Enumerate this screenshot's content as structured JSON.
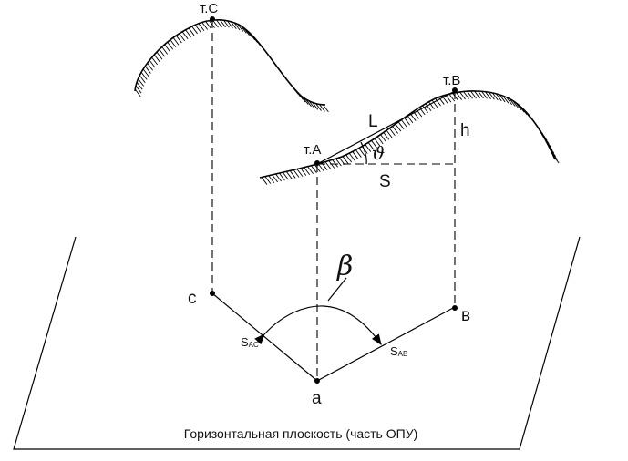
{
  "points": {
    "tC": "т.C",
    "tB": "т.B",
    "tA": "т.A",
    "c": "c",
    "b": "в",
    "a": "a"
  },
  "labels": {
    "L": "L",
    "h": "h",
    "S": "S",
    "theta": "ϑ",
    "beta": "β",
    "S_AC_main": "S",
    "S_AC_sub": "AC",
    "S_AB_main": "S",
    "S_AB_sub": "AB"
  },
  "caption": "Горизонтальная плоскость (часть ОПУ)"
}
